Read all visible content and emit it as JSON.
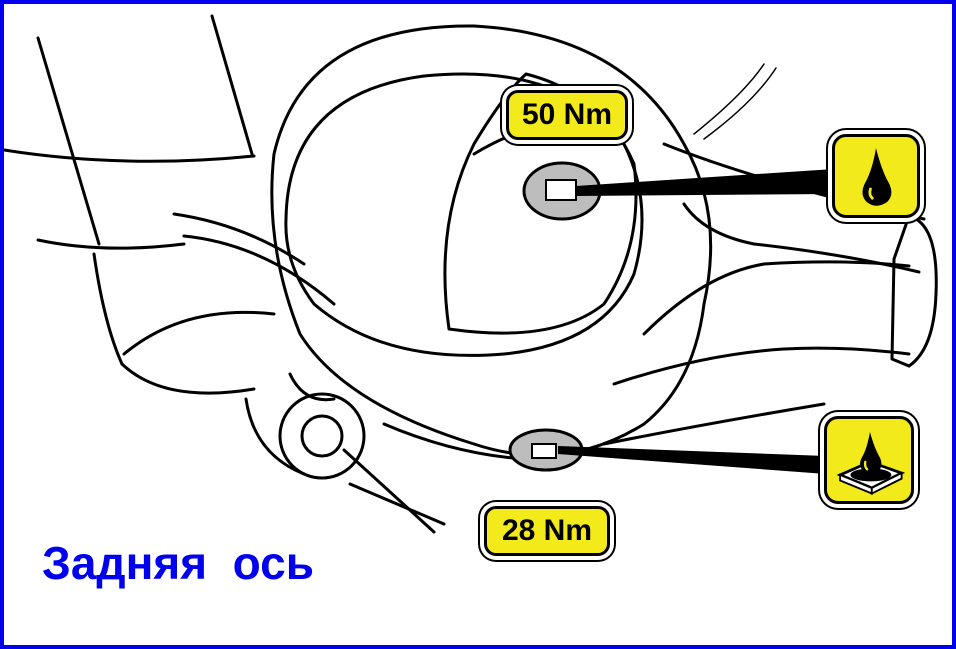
{
  "caption": "Задняя  ось",
  "callouts": [
    {
      "label": "50 Nm",
      "icon": "oil-drop-icon"
    },
    {
      "label": "28 Nm",
      "icon": "oil-drain-icon"
    }
  ],
  "colors": {
    "frame_border": "#0000ee",
    "caption": "#0000ee",
    "badge_fill": "#f2ea1a",
    "line_art": "#000000"
  }
}
